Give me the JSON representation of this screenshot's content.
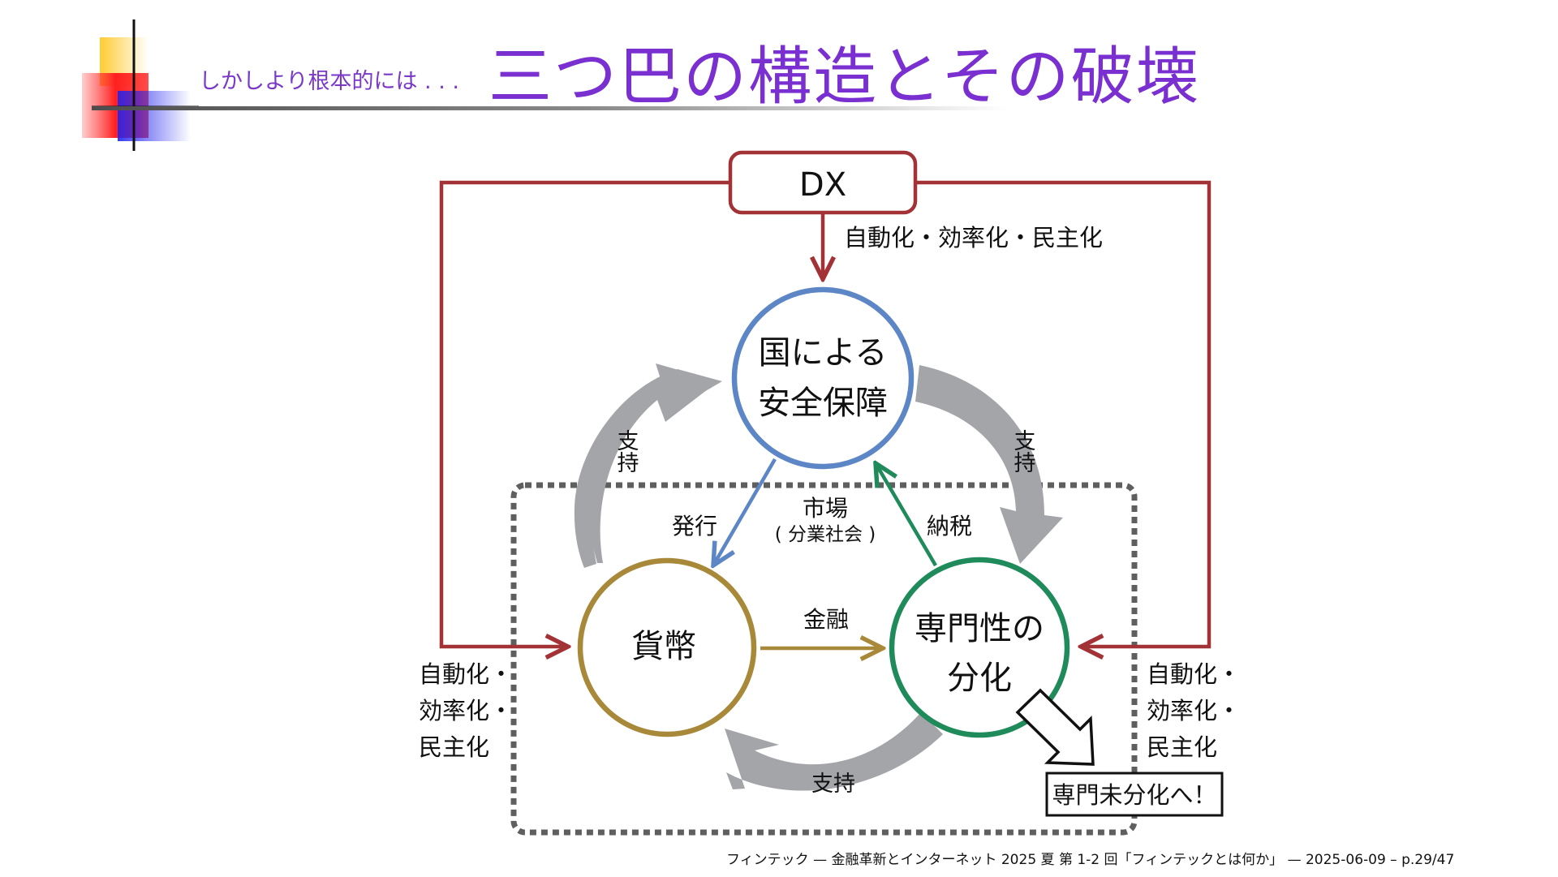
{
  "slide": {
    "subtitle": "しかしより根本的には . . .",
    "title": "三つ巴の構造とその破壊"
  },
  "diagram": {
    "dx_label": "DX",
    "dx_arrow_label": "自動化・効率化・民主化",
    "node_security": [
      "国による",
      "安全保障"
    ],
    "node_currency": "貨幣",
    "node_specialization": [
      "専門性の",
      "分化"
    ],
    "market_label": "市場",
    "market_sublabel": "( 分業社会 )",
    "edge_issue": "発行",
    "edge_tax": "納税",
    "edge_finance": "金融",
    "support_left": [
      "支",
      "持"
    ],
    "support_right": [
      "支",
      "持"
    ],
    "support_bottom": "支持",
    "side_left": [
      "自動化・",
      "効率化・",
      "民主化"
    ],
    "side_right": [
      "自動化・",
      "効率化・",
      "民主化"
    ],
    "callout": "専門未分化へ！",
    "colors": {
      "dx_red": "#a33236",
      "security_blue": "#5d86c6",
      "currency_gold": "#a8893a",
      "specialization_green": "#1f8a5a",
      "support_gray": "#a3a5a8",
      "title_purple": "#7a2fd0"
    }
  },
  "footer": "フィンテック — 金融革新とインターネット 2025 夏 第 1-2 回「フィンテックとは何か」 — 2025-06-09 – p.29/47"
}
